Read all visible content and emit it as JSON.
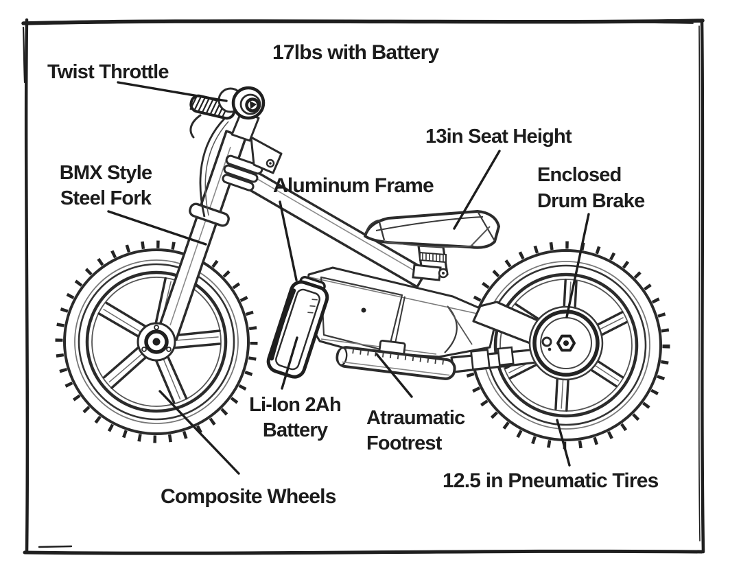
{
  "figure": {
    "title": "17lbs with Battery",
    "callouts": {
      "twist_throttle": {
        "label": "Twist Throttle"
      },
      "steel_fork": {
        "line1": "BMX Style",
        "line2": "Steel Fork"
      },
      "aluminum_frame": {
        "label": "Aluminum Frame"
      },
      "seat_height": {
        "label": "13in Seat Height"
      },
      "drum_brake": {
        "line1": "Enclosed",
        "line2": "Drum Brake"
      },
      "battery": {
        "line1": "Li-Ion 2Ah",
        "line2": "Battery"
      },
      "footrest": {
        "line1": "Atraumatic",
        "line2": "Footrest"
      },
      "composite_wheels": {
        "label": "Composite Wheels"
      },
      "pneumatic_tires": {
        "label": "12.5 in Pneumatic Tires"
      }
    },
    "colors": {
      "ink": "#1c1c1c",
      "sketch": "#2b2b2b",
      "background": "#ffffff"
    }
  }
}
